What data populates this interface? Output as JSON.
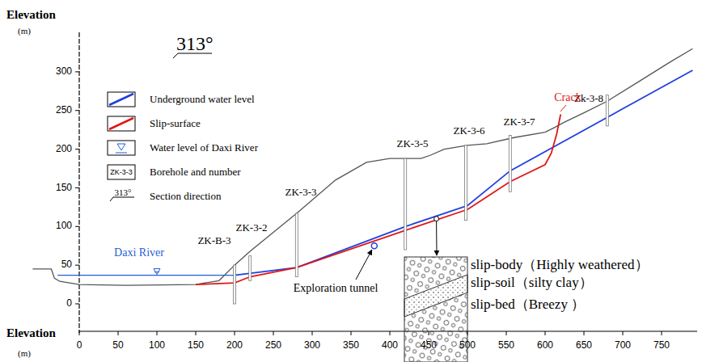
{
  "diagram": {
    "labels": [
      "Elevation",
      "(m)",
      "313°",
      "300",
      "250",
      "200",
      "150",
      "100",
      "50",
      "0",
      "Elevation",
      "(m)",
      "0",
      "50",
      "100",
      "150",
      "200",
      "250",
      "300",
      "350",
      "400",
      "450",
      "500",
      "550",
      "600",
      "650",
      "700",
      "750",
      "ZK-3-3",
      "313°",
      "Daxi River",
      "ZK-B-3",
      "ZK-3-2",
      "ZK-3-3",
      "ZK-3-5",
      "ZK-3-6",
      "ZK-3-7",
      "Zk-3-8",
      "Crack",
      "Exploration tunnel",
      "slip-body（Highly weathered）",
      "slip-soil（silty clay）",
      "slip-bed（Breezy ）"
    ],
    "legend": [
      {
        "text": "Underground water level"
      },
      {
        "text": "Slip-surface"
      },
      {
        "text": "Water level of Daxi River"
      },
      {
        "text": "Borehole and number"
      },
      {
        "text": "Section direction"
      }
    ]
  }
}
